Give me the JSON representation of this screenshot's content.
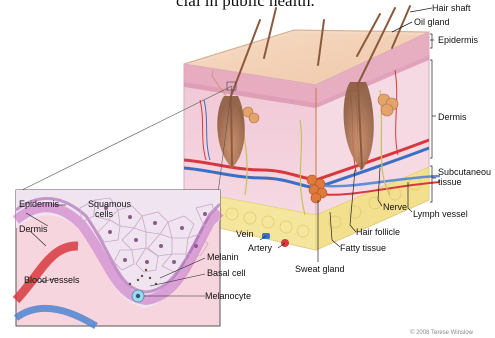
{
  "header": {
    "text_fragment": "cial in public health."
  },
  "labels": {
    "hair_shaft": "Hair shaft",
    "oil_gland": "Oil gland",
    "epidermis": "Epidermis",
    "dermis": "Dermis",
    "subcutaneous": "Subcutaneou",
    "subcutaneous_2": "tissue",
    "lymph_vessel": "Lymph vessel",
    "nerve": "Nerve",
    "hair_follicle": "Hair follicle",
    "fatty_tissue": "Fatty tissue",
    "sweat_gland": "Sweat gland",
    "vein": "Vein",
    "artery": "Artery",
    "inset_epidermis": "Epidermis",
    "inset_dermis": "Dermis",
    "squamous": "Squamous",
    "squamous_2": "cells",
    "melanin": "Melanin",
    "basal_cell": "Basal cell",
    "melanocyte": "Melanocyte",
    "blood_vessels": "Blood vessels"
  },
  "credit": "© 2008 Terese Winslow",
  "colors": {
    "epidermis": "#e9b7c7",
    "dermis": "#f4d3de",
    "fat": "#f6e7a0",
    "artery": "#d8383d",
    "vein": "#3a6fc4",
    "hair": "#8b5a3c"
  }
}
